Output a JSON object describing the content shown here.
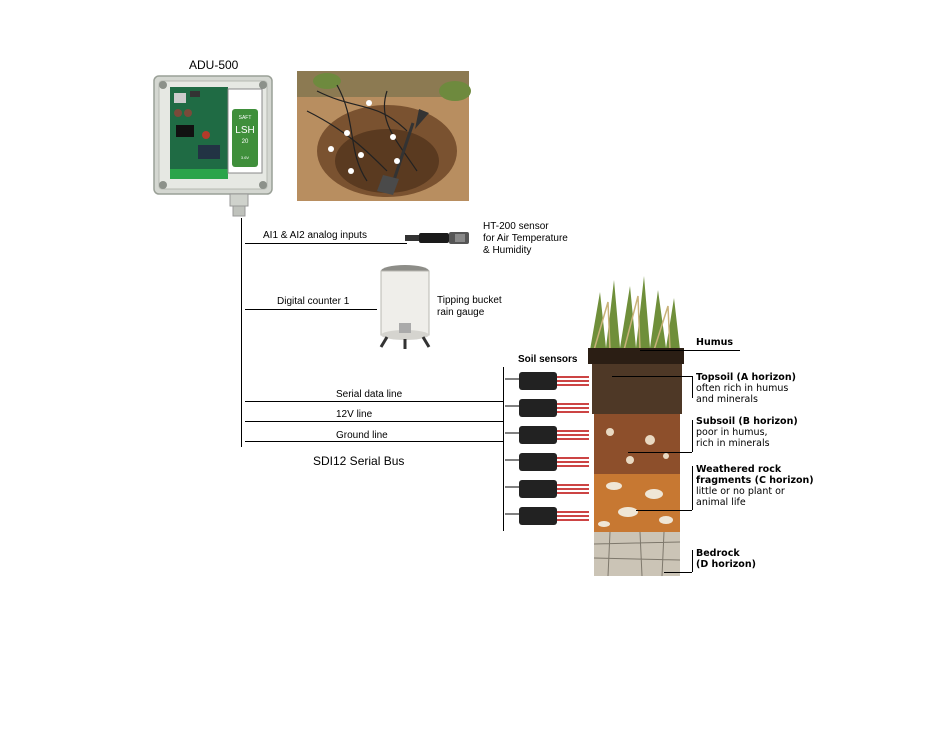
{
  "device": {
    "title": "ADU-500"
  },
  "battery": {
    "brand": "SAFT",
    "model": "LSH",
    "size": "20",
    "note": "3.6V"
  },
  "inputs": {
    "analog": "AI1 & AI2 analog inputs",
    "counter": "Digital counter 1"
  },
  "sensors": {
    "ht200": [
      "HT-200 sensor",
      "for Air Temperature",
      "& Humidity"
    ],
    "rain": [
      "Tipping bucket",
      "rain gauge"
    ],
    "soil_title": "Soil sensors"
  },
  "bus": {
    "serial": "Serial data line",
    "power": "12V line",
    "ground": "Ground line",
    "name": "SDI12 Serial Bus"
  },
  "horizons": [
    {
      "title": [
        "Humus"
      ],
      "desc": []
    },
    {
      "title": [
        "Topsoil (A horizon)"
      ],
      "desc": [
        "often rich in humus",
        "and minerals"
      ]
    },
    {
      "title": [
        "Subsoil (B horizon)"
      ],
      "desc": [
        "poor in humus,",
        "rich in minerals"
      ]
    },
    {
      "title": [
        "Weathered rock",
        "fragments (C horizon)"
      ],
      "desc": [
        "little or no plant or",
        "animal life"
      ]
    },
    {
      "title": [
        "Bedrock",
        "(D horizon)"
      ],
      "desc": []
    }
  ],
  "colors": {
    "enclosure": "#d9dcd6",
    "pcb": "#1f6b44",
    "battery": "#3f8f3b",
    "soil_dark": "#3a2a1c",
    "soil_red": "#9a5a32",
    "soil_orange": "#c97a32",
    "bedrock": "#c9c2b4"
  }
}
